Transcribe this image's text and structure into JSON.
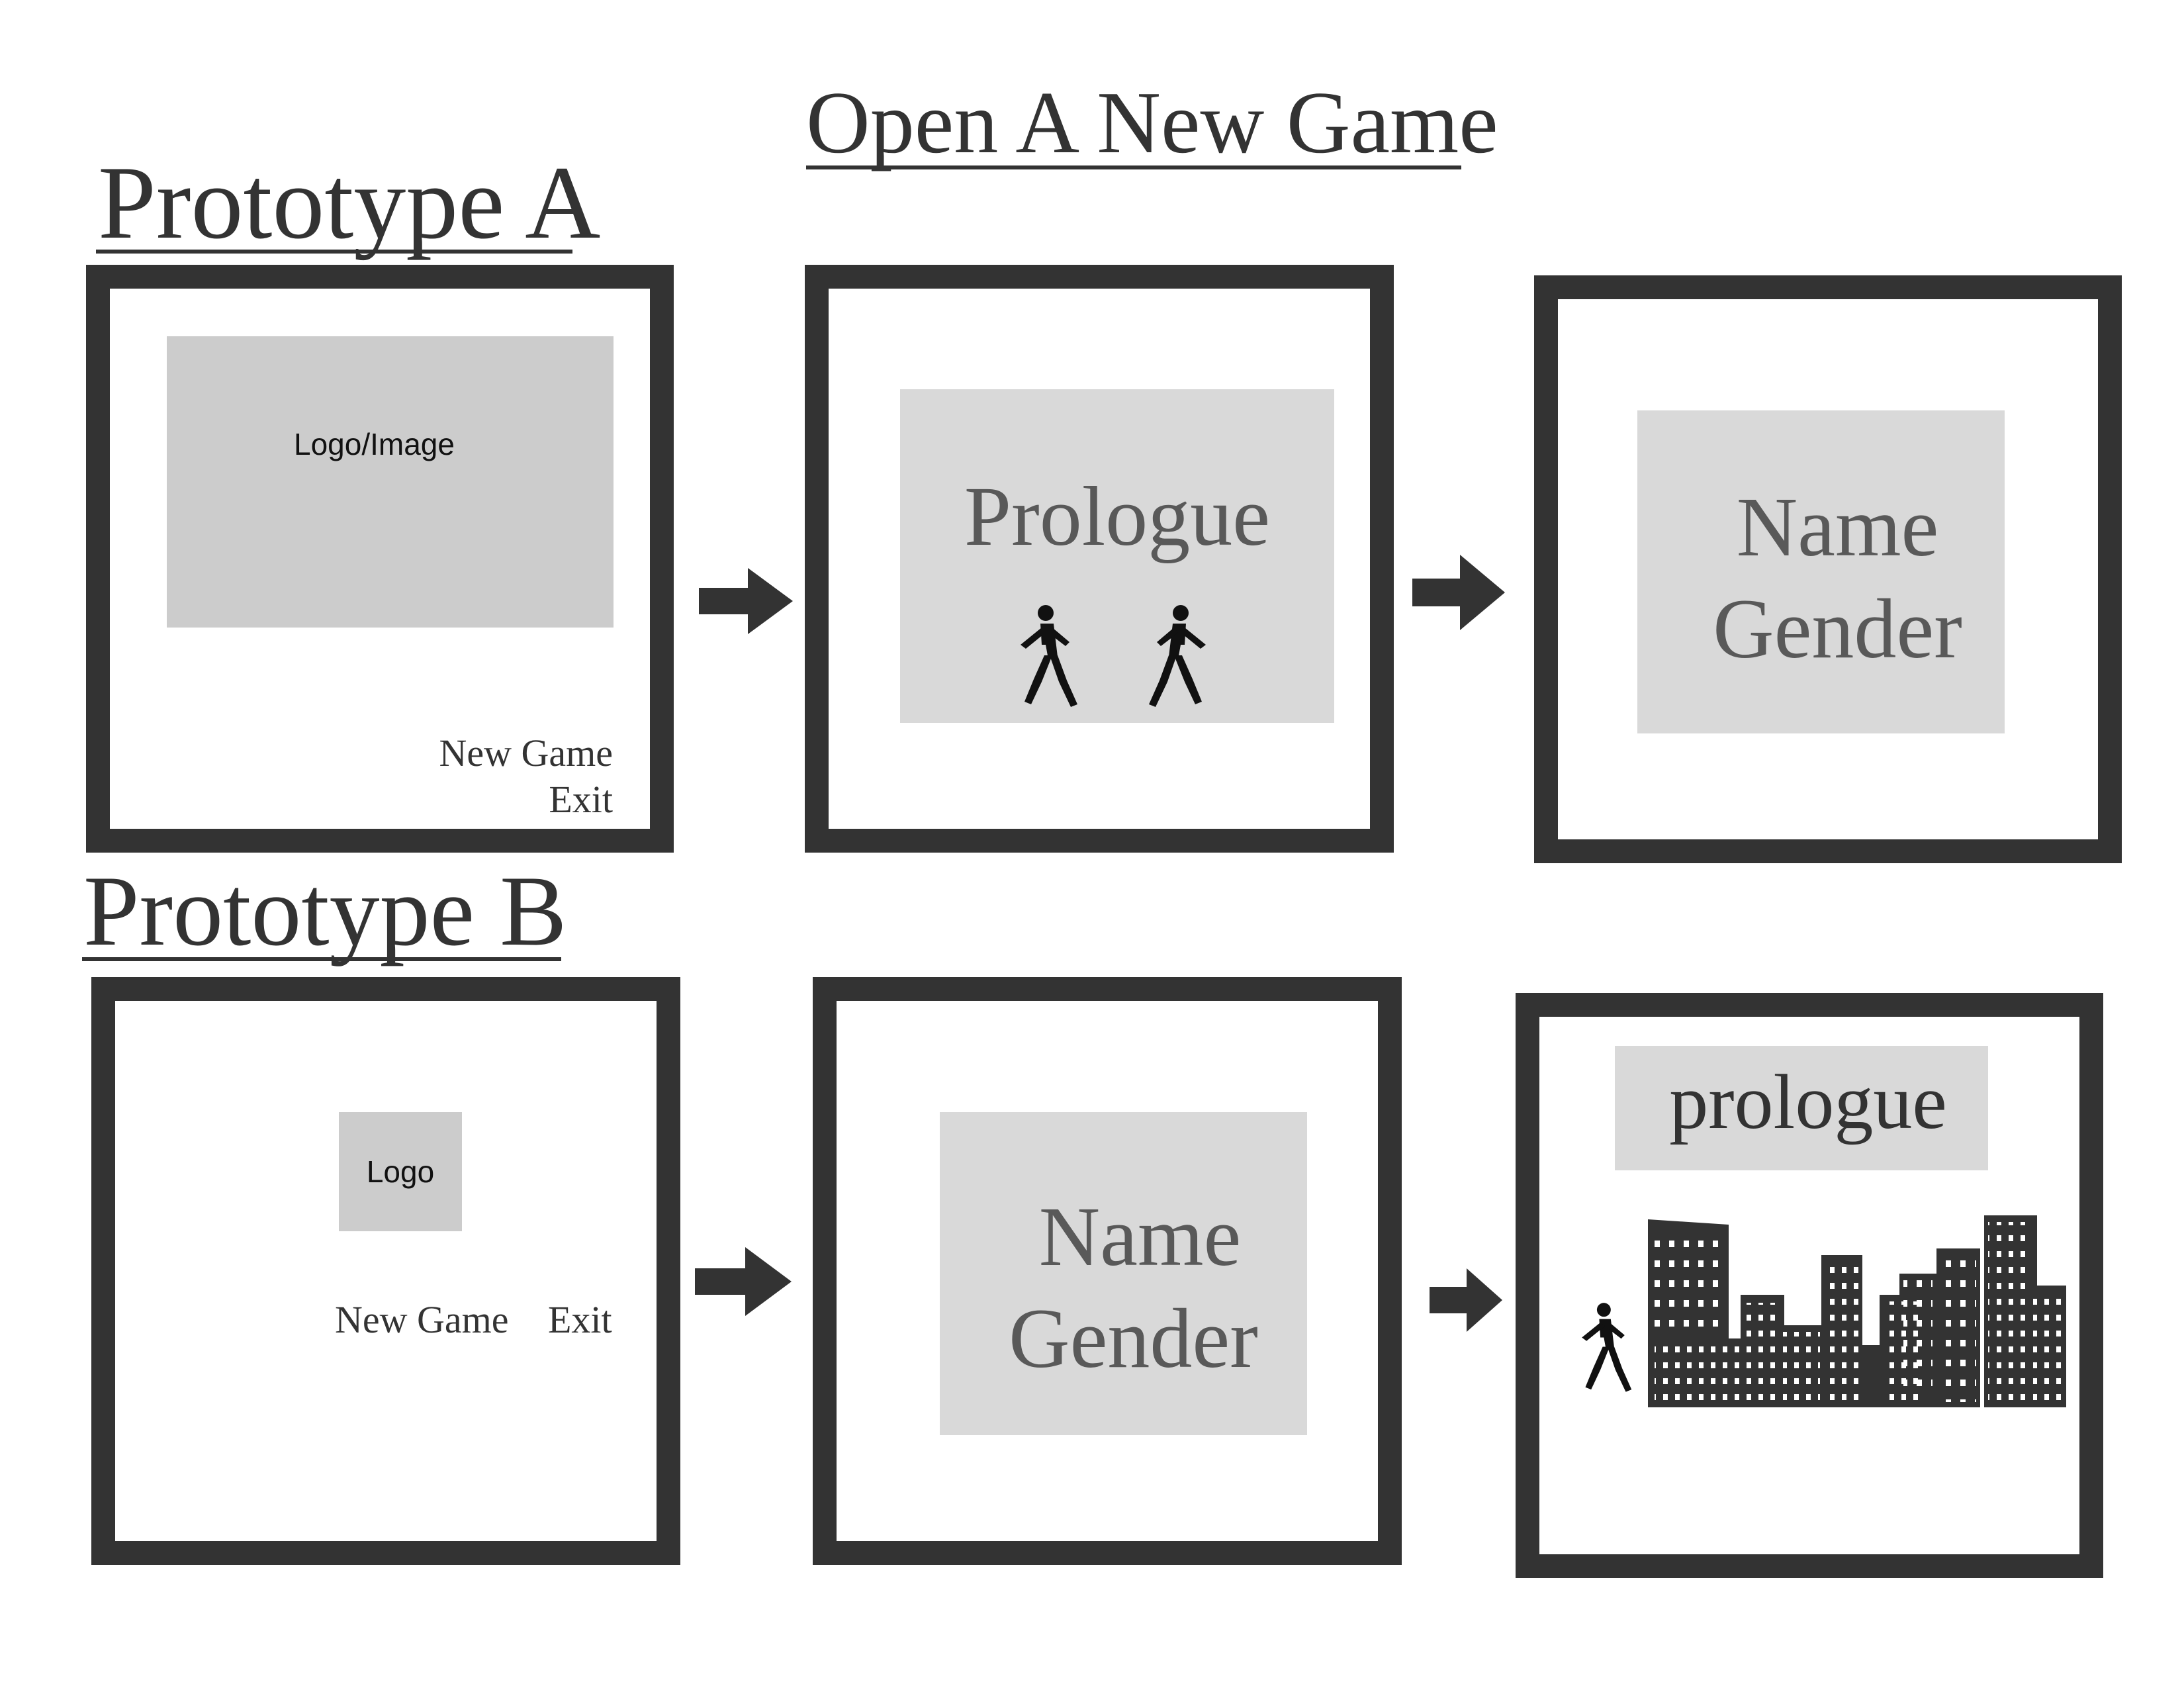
{
  "page_title": "Open A New Game",
  "colors": {
    "frame": "#333333",
    "panel": "#d9d9d9",
    "panel_logo_a": "#cccccc",
    "text_grey": "#595959"
  },
  "prototype_a": {
    "heading": "Prototype A",
    "screen1": {
      "logo_label": "Logo/Image",
      "menu": [
        "New Game",
        "Exit"
      ]
    },
    "screen2": {
      "title": "Prologue",
      "icons": [
        "walking-person-icon",
        "walking-person-icon"
      ]
    },
    "screen3": {
      "lines": [
        "Name",
        "Gender"
      ]
    }
  },
  "prototype_b": {
    "heading": "Prototype B",
    "screen1": {
      "logo_label": "Logo",
      "menu": [
        "New Game",
        "Exit"
      ]
    },
    "screen2": {
      "lines": [
        "Name",
        "Gender"
      ]
    },
    "screen3": {
      "title": "prologue",
      "icons": [
        "walking-person-icon",
        "city-skyline-icon"
      ]
    }
  },
  "arrows": [
    "arrow-right-icon",
    "arrow-right-icon",
    "arrow-right-icon",
    "arrow-right-icon"
  ]
}
